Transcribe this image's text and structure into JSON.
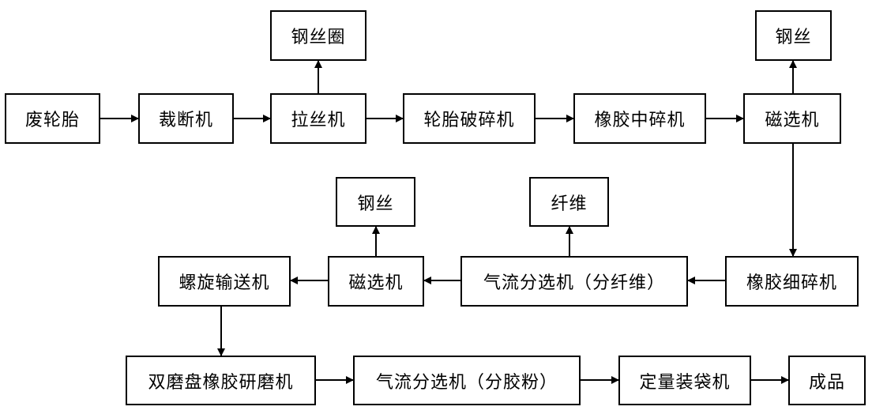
{
  "nodes": {
    "waste_tire": "废轮胎",
    "cutter": "裁断机",
    "wire_drawer": "拉丝机",
    "bead_wire": "钢丝圈",
    "tire_crusher": "轮胎破碎机",
    "rubber_mid_crusher": "橡胶中碎机",
    "magnetic_sep_1": "磁选机",
    "steel_wire_1": "钢丝",
    "rubber_fine_crusher": "橡胶细碎机",
    "air_sep_fiber": "气流分选机（分纤维）",
    "fiber": "纤维",
    "magnetic_sep_2": "磁选机",
    "steel_wire_2": "钢丝",
    "screw_conveyor": "螺旋输送机",
    "double_disc_mill": "双磨盘橡胶研磨机",
    "air_sep_powder": "气流分选机（分胶粉）",
    "bagging_machine": "定量装袋机",
    "finished_product": "成品"
  },
  "colors": {
    "line": "#000000",
    "box_border": "#000000",
    "background": "#ffffff"
  }
}
